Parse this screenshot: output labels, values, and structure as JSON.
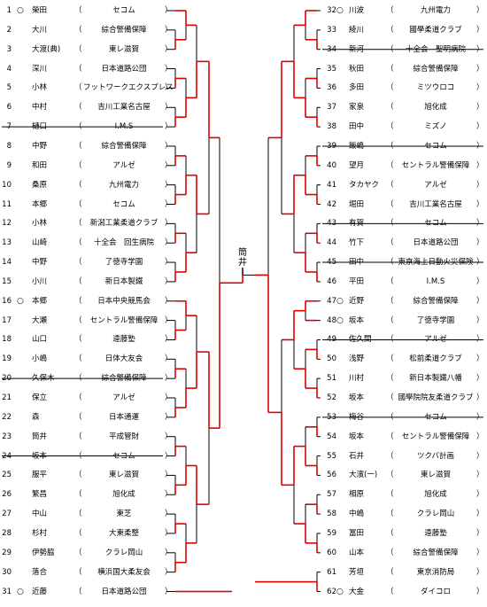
{
  "colors": {
    "winner_line": "#e00000",
    "line": "#000000",
    "strike": "#000000"
  },
  "seed_mark": "○",
  "paren_open": "（",
  "paren_close": "）",
  "champion": {
    "name": "筒井"
  },
  "left_entries": [
    {
      "no": "1",
      "seed": true,
      "name": "榮田",
      "club": "セコム",
      "strike": false
    },
    {
      "no": "2",
      "seed": false,
      "name": "大川",
      "club": "綜合警備保障",
      "strike": false
    },
    {
      "no": "3",
      "seed": false,
      "name": "大渡(典)",
      "club": "東レ滋賀",
      "strike": false
    },
    {
      "no": "4",
      "seed": false,
      "name": "深川",
      "club": "日本道路公団",
      "strike": false
    },
    {
      "no": "5",
      "seed": false,
      "name": "小林",
      "club": "フットワークエクスプレス",
      "strike": false
    },
    {
      "no": "6",
      "seed": false,
      "name": "中村",
      "club": "吉川工業名古屋",
      "strike": false
    },
    {
      "no": "7",
      "seed": false,
      "name": "樋口",
      "club": "I.M.S",
      "strike": true
    },
    {
      "no": "8",
      "seed": false,
      "name": "中野",
      "club": "綜合警備保障",
      "strike": false
    },
    {
      "no": "9",
      "seed": false,
      "name": "和田",
      "club": "アルゼ",
      "strike": false
    },
    {
      "no": "10",
      "seed": false,
      "name": "桑原",
      "club": "九州電力",
      "strike": false
    },
    {
      "no": "11",
      "seed": false,
      "name": "本郷",
      "club": "セコム",
      "strike": false
    },
    {
      "no": "12",
      "seed": false,
      "name": "小林",
      "club": "新潟工業柔道クラブ",
      "strike": false
    },
    {
      "no": "13",
      "seed": false,
      "name": "山崎",
      "club": "十全会　回生病院",
      "strike": false
    },
    {
      "no": "14",
      "seed": false,
      "name": "中野",
      "club": "了徳寺学園",
      "strike": false
    },
    {
      "no": "15",
      "seed": false,
      "name": "小川",
      "club": "新日本製鐵",
      "strike": false
    },
    {
      "no": "16",
      "seed": true,
      "name": "本郷",
      "club": "日本中央競馬会",
      "strike": false
    },
    {
      "no": "17",
      "seed": false,
      "name": "大瀬",
      "club": "セントラル警備保障",
      "strike": false
    },
    {
      "no": "18",
      "seed": false,
      "name": "山口",
      "club": "遠藤塾",
      "strike": false
    },
    {
      "no": "19",
      "seed": false,
      "name": "小嶋",
      "club": "日体大友会",
      "strike": false
    },
    {
      "no": "20",
      "seed": false,
      "name": "久保木",
      "club": "綜合警備保障",
      "strike": true
    },
    {
      "no": "21",
      "seed": false,
      "name": "保立",
      "club": "アルゼ",
      "strike": false
    },
    {
      "no": "22",
      "seed": false,
      "name": "森",
      "club": "日本通運",
      "strike": false
    },
    {
      "no": "23",
      "seed": false,
      "name": "筒井",
      "club": "平成管財",
      "strike": false
    },
    {
      "no": "24",
      "seed": false,
      "name": "坂本",
      "club": "セコム",
      "strike": true
    },
    {
      "no": "25",
      "seed": false,
      "name": "服平",
      "club": "東レ滋賀",
      "strike": false
    },
    {
      "no": "26",
      "seed": false,
      "name": "繁昌",
      "club": "旭化成",
      "strike": false
    },
    {
      "no": "27",
      "seed": false,
      "name": "中山",
      "club": "東芝",
      "strike": false
    },
    {
      "no": "28",
      "seed": false,
      "name": "杉村",
      "club": "大東柔整",
      "strike": false
    },
    {
      "no": "29",
      "seed": false,
      "name": "伊勢脇",
      "club": "クラレ岡山",
      "strike": false
    },
    {
      "no": "30",
      "seed": false,
      "name": "落合",
      "club": "横浜国大柔友会",
      "strike": false
    },
    {
      "no": "31",
      "seed": true,
      "name": "近藤",
      "club": "日本道路公団",
      "strike": false
    }
  ],
  "right_entries": [
    {
      "no": "32",
      "seed": true,
      "name": "川波",
      "club": "九州電力",
      "strike": false
    },
    {
      "no": "33",
      "seed": false,
      "name": "綾川",
      "club": "國學柔道クラブ",
      "strike": false
    },
    {
      "no": "34",
      "seed": false,
      "name": "新河",
      "club": "十全会　聖明病院",
      "strike": true
    },
    {
      "no": "35",
      "seed": false,
      "name": "秋田",
      "club": "綜合警備保障",
      "strike": false
    },
    {
      "no": "36",
      "seed": false,
      "name": "多田",
      "club": "ミツウロコ",
      "strike": false
    },
    {
      "no": "37",
      "seed": false,
      "name": "家泉",
      "club": "旭化成",
      "strike": false
    },
    {
      "no": "38",
      "seed": false,
      "name": "田中",
      "club": "ミズノ",
      "strike": false
    },
    {
      "no": "39",
      "seed": false,
      "name": "飯嶋",
      "club": "セコム",
      "strike": true
    },
    {
      "no": "40",
      "seed": false,
      "name": "望月",
      "club": "セントラル警備保障",
      "strike": false
    },
    {
      "no": "41",
      "seed": false,
      "name": "タカヤク",
      "club": "アルゼ",
      "strike": false
    },
    {
      "no": "42",
      "seed": false,
      "name": "堀田",
      "club": "吉川工業名古屋",
      "strike": false
    },
    {
      "no": "43",
      "seed": false,
      "name": "有賀",
      "club": "セコム",
      "strike": true
    },
    {
      "no": "44",
      "seed": false,
      "name": "竹下",
      "club": "日本道路公団",
      "strike": false
    },
    {
      "no": "45",
      "seed": false,
      "name": "田中",
      "club": "東京海上日動火災保険",
      "strike": true
    },
    {
      "no": "46",
      "seed": false,
      "name": "平田",
      "club": "I.M.S",
      "strike": false
    },
    {
      "no": "47",
      "seed": true,
      "name": "近野",
      "club": "綜合警備保障",
      "strike": false
    },
    {
      "no": "48",
      "seed": true,
      "name": "坂本",
      "club": "了徳寺学園",
      "strike": false
    },
    {
      "no": "49",
      "seed": false,
      "name": "佐久間",
      "club": "アルゼ",
      "strike": true
    },
    {
      "no": "50",
      "seed": false,
      "name": "浅野",
      "club": "松前柔道クラブ",
      "strike": false
    },
    {
      "no": "51",
      "seed": false,
      "name": "川村",
      "club": "新日本製鐵八幡",
      "strike": false
    },
    {
      "no": "52",
      "seed": false,
      "name": "坂本",
      "club": "國學院院友柔道クラブ",
      "strike": false
    },
    {
      "no": "53",
      "seed": false,
      "name": "梅谷",
      "club": "セコム",
      "strike": true
    },
    {
      "no": "54",
      "seed": false,
      "name": "坂本",
      "club": "セントラル警備保障",
      "strike": false
    },
    {
      "no": "55",
      "seed": false,
      "name": "石井",
      "club": "ツクバ計画",
      "strike": false
    },
    {
      "no": "56",
      "seed": false,
      "name": "大濱(一)",
      "club": "東レ滋賀",
      "strike": false
    },
    {
      "no": "57",
      "seed": false,
      "name": "相原",
      "club": "旭化成",
      "strike": false
    },
    {
      "no": "58",
      "seed": false,
      "name": "中嶋",
      "club": "クラレ岡山",
      "strike": false
    },
    {
      "no": "59",
      "seed": false,
      "name": "冨田",
      "club": "遠藤塾",
      "strike": false
    },
    {
      "no": "60",
      "seed": false,
      "name": "山本",
      "club": "綜合警備保障",
      "strike": false
    },
    {
      "no": "61",
      "seed": false,
      "name": "芳垣",
      "club": "東京消防局",
      "strike": false
    },
    {
      "no": "62",
      "seed": true,
      "name": "大金",
      "club": "ダイコロ",
      "strike": false
    }
  ]
}
